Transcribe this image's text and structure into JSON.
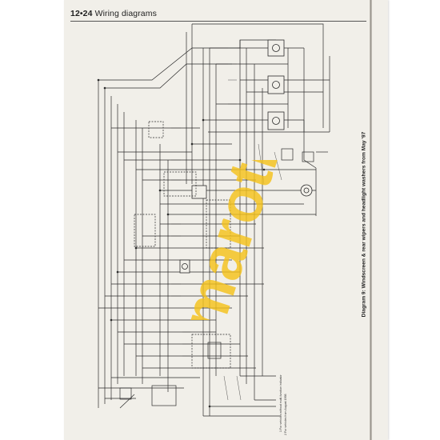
{
  "header": {
    "page_number": "12•24",
    "section_title": "Wiring diagrams"
  },
  "diagram": {
    "caption": "Diagram 9: Windscreen & rear wipers and headlight washers from May '97",
    "footnotes": [
      "1 For vehicles without multi-function indicator",
      "2 For vehicles from August 1998"
    ]
  },
  "watermark": {
    "text": "maroti",
    "color": "#f4c21b"
  },
  "colors": {
    "paper": "#f1efe9",
    "ink": "#2b2b2b"
  }
}
